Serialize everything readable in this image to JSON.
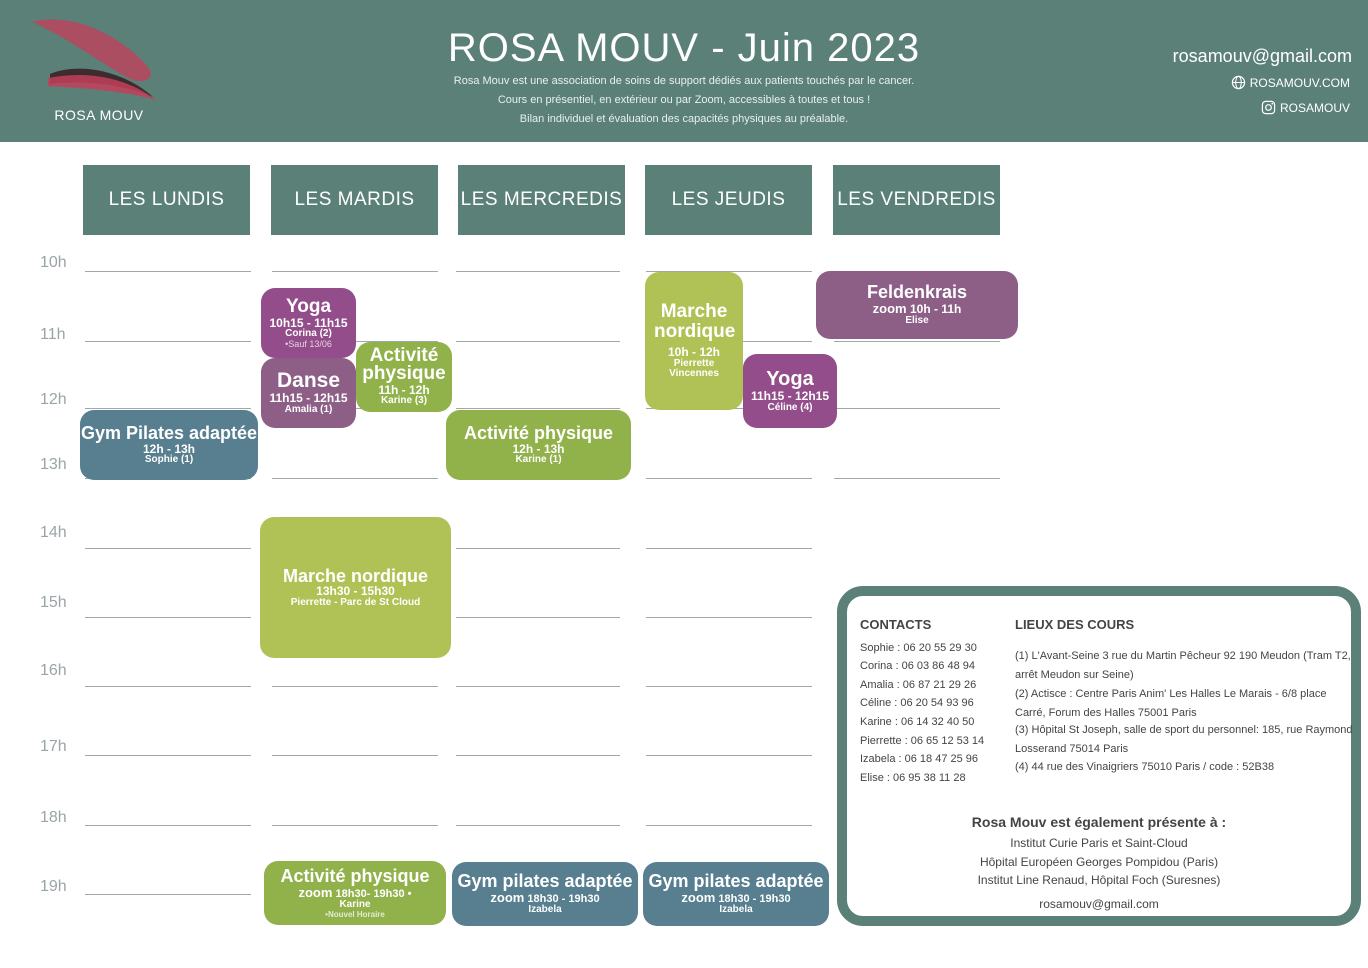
{
  "header": {
    "logo_text": "ROSA MOUV",
    "title": "ROSA MOUV - Juin 2023",
    "subtitle_lines": [
      "Rosa Mouv est une association de soins de support dédiés aux patients touchés par le cancer.",
      "Cours en présentiel, en extérieur ou par Zoom, accessibles à toutes et tous !",
      "Bilan individuel et évaluation des capacités physiques au préalable."
    ],
    "email": "rosamouv@gmail.com",
    "website": "ROSAMOUV.COM",
    "instagram": "ROSAMOUV"
  },
  "days": [
    "LES LUNDIS",
    "LES MARDIS",
    "LES MERCREDIS",
    "LES JEUDIS",
    "LES VENDREDIS"
  ],
  "hours": [
    "10h",
    "11h",
    "12h",
    "13h",
    "14h",
    "15h",
    "16h",
    "17h",
    "18h",
    "19h"
  ],
  "events": {
    "yoga_mardi": {
      "title": "Yoga",
      "time": "10h15 - 11h15",
      "person": "Corina (2)",
      "note": "•Sauf 13/06"
    },
    "danse": {
      "title": "Danse",
      "time": "11h15 - 12h15",
      "person": "Amalia (1)"
    },
    "activite_mardi": {
      "title": "Activité physique",
      "time": "11h - 12h",
      "person": "Karine (3)"
    },
    "gym_lundi": {
      "title": "Gym Pilates adaptée",
      "time": "12h - 13h",
      "person": "Sophie (1)"
    },
    "activite_mercredi": {
      "title": "Activité physique",
      "time": "12h - 13h",
      "person": "Karine (1)"
    },
    "marche_jeudi": {
      "title": "Marche nordique",
      "time": "10h - 12h",
      "person": "Pierrette Vincennes"
    },
    "yoga_jeudi": {
      "title": "Yoga",
      "time": "11h15 - 12h15",
      "person": "Céline (4)"
    },
    "feldenkrais": {
      "title": "Feldenkrais",
      "zoom": "zoom",
      "time": "10h - 11h",
      "person": "Elise"
    },
    "marche_mardi": {
      "title": "Marche nordique",
      "time": "13h30 - 15h30",
      "person": "Pierrette - Parc de St Cloud"
    },
    "activite_soir": {
      "title": "Activité physique",
      "zoom": "zoom",
      "time": "18h30- 19h30 •",
      "person": "Karine",
      "note": "•Nouvel Horaire"
    },
    "gym_mercredi_soir": {
      "title": "Gym pilates adaptée",
      "zoom": "zoom",
      "time": "18h30 - 19h30",
      "person": "Izabela"
    },
    "gym_jeudi_soir": {
      "title": "Gym pilates adaptée",
      "zoom": "zoom",
      "time": "18h30 - 19h30",
      "person": "Izabela"
    }
  },
  "info": {
    "contacts_title": "CONTACTS",
    "contacts": [
      "Sophie : 06 20 55 29 30",
      "Corina : 06 03 86 48 94",
      "Amalia : 06 87 21 29 26",
      "Céline : 06 20 54 93 96",
      "Karine : 06 14 32 40 50",
      "Pierrette : 06 65 12 53 14",
      "Izabela : 06 18 47 25 96",
      "Elise : 06 95 38 11 28"
    ],
    "lieux_title": "LIEUX DES COURS",
    "lieux": [
      "(1) L'Avant-Seine 3 rue du Martin Pêcheur 92 190 Meudon (Tram T2, arrêt Meudon sur Seine)",
      "(2) Actisce : Centre Paris Anim' Les Halles Le Marais - 6/8 place Carré, Forum des Halles 75001 Paris",
      "(3) Hôpital St Joseph, salle de sport du personnel: 185, rue Raymond Losserand 75014 Paris",
      "(4) 44 rue des Vinaigriers 75010 Paris / code : 52B38"
    ],
    "also_title": "Rosa Mouv est également présente à :",
    "also": [
      "Institut Curie Paris et Saint-Cloud",
      "Hôpital Européen Georges Pompidou (Paris)",
      "Institut Line Renaud, Hôpital Foch (Suresnes)"
    ],
    "email": "rosamouv@gmail.com"
  }
}
